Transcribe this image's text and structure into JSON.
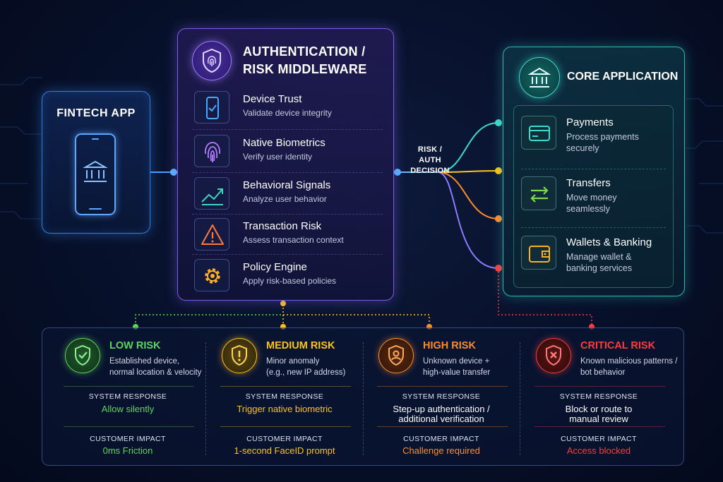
{
  "fintech_app": {
    "title": "FINTECH APP",
    "icon": "bank-phone-icon"
  },
  "middleware": {
    "title_line1": "AUTHENTICATION /",
    "title_line2": "RISK MIDDLEWARE",
    "icon": "fingerprint-shield-icon",
    "items": [
      {
        "title": "Device Trust",
        "subtitle": "Validate device integrity",
        "icon": "phone-check-icon",
        "color": "#4aa8ff"
      },
      {
        "title": "Native Biometrics",
        "subtitle": "Verify user identity",
        "icon": "fingerprint-icon",
        "color": "#b77bff"
      },
      {
        "title": "Behavioral Signals",
        "subtitle": "Analyze user behavior",
        "icon": "trend-up-icon",
        "color": "#3fd6b8"
      },
      {
        "title": "Transaction Risk",
        "subtitle": "Assess transaction context",
        "icon": "warning-icon",
        "color": "#ff7a3a"
      },
      {
        "title": "Policy Engine",
        "subtitle": "Apply risk-based policies",
        "icon": "gear-icon",
        "color": "#ffb020"
      }
    ]
  },
  "decision_label_line1": "RISK / AUTH",
  "decision_label_line2": "DECISION",
  "core": {
    "title": "CORE APPLICATION",
    "icon": "bank-icon",
    "items": [
      {
        "title": "Payments",
        "subtitle_line1": "Process payments",
        "subtitle_line2": "securely",
        "icon": "credit-card-icon",
        "color": "#3ed8cc"
      },
      {
        "title": "Transfers",
        "subtitle_line1": "Move money",
        "subtitle_line2": "seamlessly",
        "icon": "swap-arrows-icon",
        "color": "#7cd850"
      },
      {
        "title": "Wallets & Banking",
        "subtitle_line1": "Manage wallet &",
        "subtitle_line2": "banking services",
        "icon": "wallet-icon",
        "color": "#ffb020"
      }
    ]
  },
  "risk_levels": [
    {
      "name": "LOW RISK",
      "desc_line1": "Established device,",
      "desc_line2": "normal location & velocity",
      "response_label": "SYSTEM RESPONSE",
      "response_line1": "Allow silently",
      "response_line2": "",
      "impact_label": "CUSTOMER IMPACT",
      "impact": "0ms Friction",
      "color": "#5cd65c",
      "icon": "shield-check-icon"
    },
    {
      "name": "MEDIUM RISK",
      "desc_line1": "Minor anomaly",
      "desc_line2": "(e.g., new IP address)",
      "response_label": "SYSTEM RESPONSE",
      "response_line1": "Trigger native biometric",
      "response_line2": "",
      "impact_label": "CUSTOMER IMPACT",
      "impact": "1-second FaceID prompt",
      "color": "#ffc21a",
      "icon": "shield-alert-icon"
    },
    {
      "name": "HIGH RISK",
      "desc_line1": "Unknown device +",
      "desc_line2": "high-value transfer",
      "response_label": "SYSTEM RESPONSE",
      "response_line1": "Step-up authentication /",
      "response_line2": "additional verification",
      "impact_label": "CUSTOMER IMPACT",
      "impact": "Challenge required",
      "color": "#ff8c2a",
      "icon": "shield-user-icon"
    },
    {
      "name": "CRITICAL RISK",
      "desc_line1": "Known malicious patterns /",
      "desc_line2": "bot behavior",
      "response_label": "SYSTEM RESPONSE",
      "response_line1": "Block or route to",
      "response_line2": "manual review",
      "impact_label": "CUSTOMER IMPACT",
      "impact": "Access blocked",
      "color": "#ff3b3b",
      "icon": "shield-x-icon"
    }
  ]
}
